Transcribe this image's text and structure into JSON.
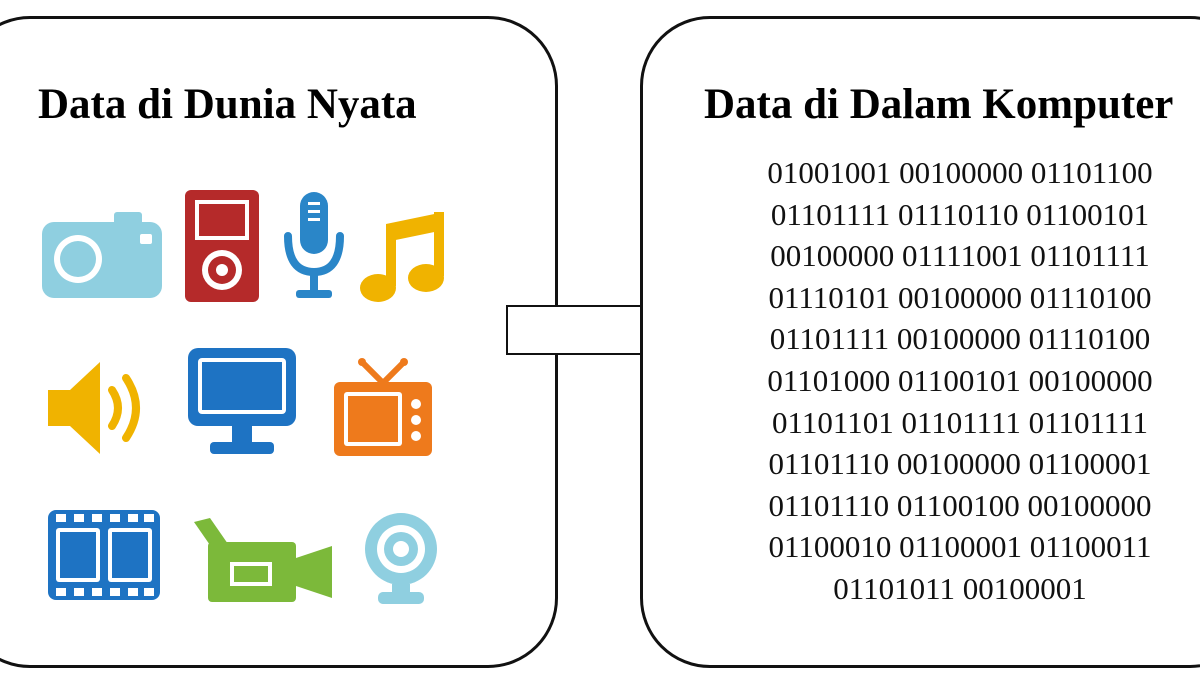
{
  "left_panel": {
    "title": "Data di Dunia Nyata",
    "icons": [
      {
        "name": "camera-icon",
        "color": "#8fcfe0"
      },
      {
        "name": "music-player-icon",
        "color": "#b52a2a"
      },
      {
        "name": "microphone-icon",
        "color": "#2a86c8"
      },
      {
        "name": "music-note-icon",
        "color": "#f0b300"
      },
      {
        "name": "speaker-icon",
        "color": "#f0b300"
      },
      {
        "name": "monitor-icon",
        "color": "#1e73c3"
      },
      {
        "name": "television-icon",
        "color": "#ee7a1c"
      },
      {
        "name": "film-strip-icon",
        "color": "#1e73c3"
      },
      {
        "name": "video-camera-icon",
        "color": "#7cb93a"
      },
      {
        "name": "webcam-icon",
        "color": "#8fcfe0"
      }
    ]
  },
  "arrow": {
    "icon": "arrow-right-icon",
    "color": "#111111"
  },
  "right_panel": {
    "title": "Data di Dalam Komputer",
    "binary_lines": [
      "01001001 00100000 01101100",
      "01101111 01110110 01100101",
      "00100000 01111001 01101111",
      "01110101 00100000 01110100",
      "01101111 00100000 01110100",
      "01101000 01100101 00100000",
      "01101101 01101111 01101111",
      "01101110 00100000 01100001",
      "01101110 01100100 00100000",
      "01100010 01100001 01100011",
      "01101011 00100001"
    ]
  }
}
